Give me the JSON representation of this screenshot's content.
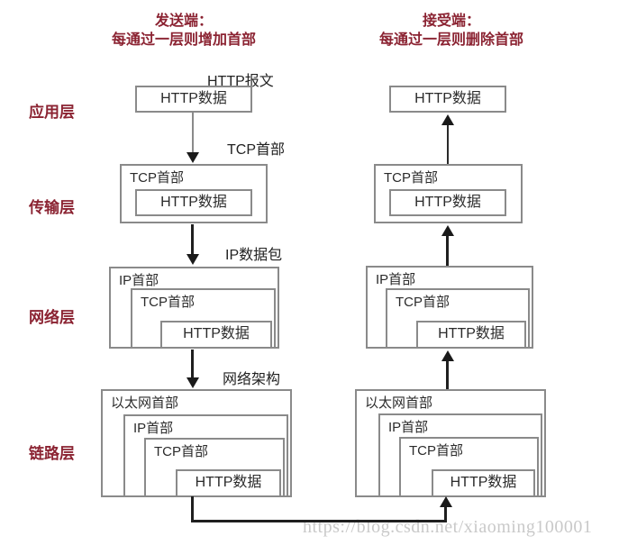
{
  "titles": {
    "sender_line1": "发送端：",
    "sender_line2": "每通过一层则增加首部",
    "receiver_line1": "接受端：",
    "receiver_line2": "每通过一层则删除首部"
  },
  "layer_labels": {
    "application": "应用层",
    "transport": "传输层",
    "network": "网络层",
    "link": "链路层"
  },
  "box_labels": {
    "http_data": "HTTP数据",
    "tcp_header": "TCP首部",
    "ip_header": "IP首部",
    "ethernet_header": "以太网首部"
  },
  "arrow_annotations": {
    "http_message": "HTTP报文",
    "tcp_header": "TCP首部",
    "ip_packet": "IP数据包",
    "network_frame": "网络架构"
  },
  "watermark": "https://blog.csdn.net/xiaoming100001",
  "colors": {
    "accent_red": "#8b2332",
    "box_border": "#8a8a8a",
    "arrow_black": "#1f1f1f",
    "watermark_gray": "#c9c9c9"
  }
}
